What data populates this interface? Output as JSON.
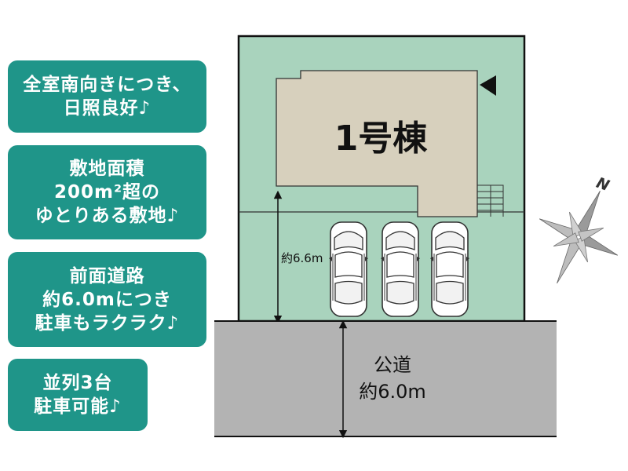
{
  "features": [
    {
      "lines": [
        "全室南向きにつき、",
        "日照良好♪"
      ]
    },
    {
      "lines": [
        "敷地面積",
        "200m²超の",
        "ゆとりある敷地♪"
      ]
    },
    {
      "lines": [
        "前面道路",
        "約6.0mにつき",
        "駐車もラクラク♪"
      ]
    },
    {
      "lines": [
        "並列3台",
        "駐車可能♪"
      ]
    }
  ],
  "site_plan": {
    "building_label": "1号棟",
    "setback_label": "約6.6m",
    "road_name": "公道",
    "road_width": "約6.0m",
    "north_label": "N",
    "parking_spaces": 3
  },
  "colors": {
    "badge": "#1f9589",
    "lot": "#a9d3bd",
    "building": "#d7d0bd",
    "road": "#b3b3b3",
    "outline": "#111111"
  }
}
